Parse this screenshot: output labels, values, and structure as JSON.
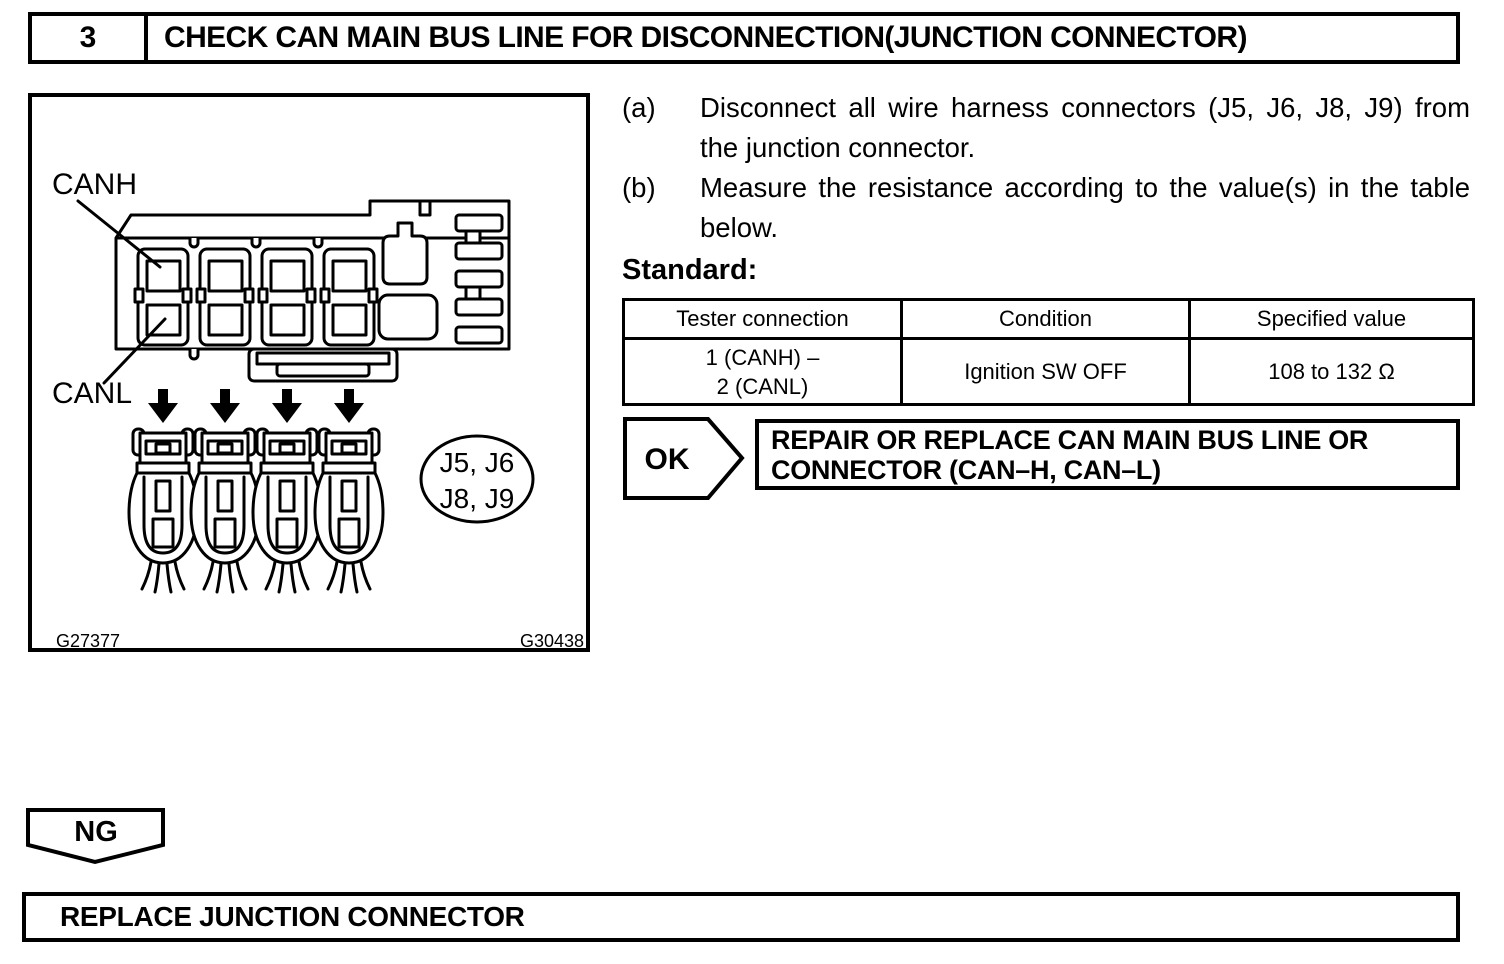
{
  "colors": {
    "ink": "#000000",
    "paper": "#ffffff"
  },
  "header": {
    "step_number": "3",
    "title": "CHECK CAN MAIN BUS LINE FOR DISCONNECTION(JUNCTION CONNECTOR)"
  },
  "figure": {
    "pin_labels": {
      "canh": "CANH",
      "canl": "CANL"
    },
    "connector_callout": {
      "line1": "J5, J6",
      "line2": "J8, J9"
    },
    "figure_codes": {
      "left": "G27377",
      "right": "G30438"
    }
  },
  "instructions": {
    "items": [
      {
        "marker": "(a)",
        "text": "Disconnect all wire harness connectors (J5, J6, J8, J9) from the junction connector."
      },
      {
        "marker": "(b)",
        "text": "Measure the resistance according to the value(s) in the table below."
      }
    ],
    "standard_label": "Standard:"
  },
  "spec_table": {
    "headers": [
      "Tester connection",
      "Condition",
      "Specified value"
    ],
    "row": {
      "tester_connection_line1": "1 (CANH) –",
      "tester_connection_line2": "2 (CANL)",
      "condition": "Ignition SW OFF",
      "specified_value": "108 to 132 Ω"
    }
  },
  "ok_branch": {
    "label": "OK",
    "action_line1": "REPAIR OR REPLACE CAN MAIN BUS LINE OR",
    "action_line2": "CONNECTOR (CAN–H, CAN–L)"
  },
  "ng_branch": {
    "label": "NG",
    "action": "REPLACE JUNCTION CONNECTOR"
  }
}
